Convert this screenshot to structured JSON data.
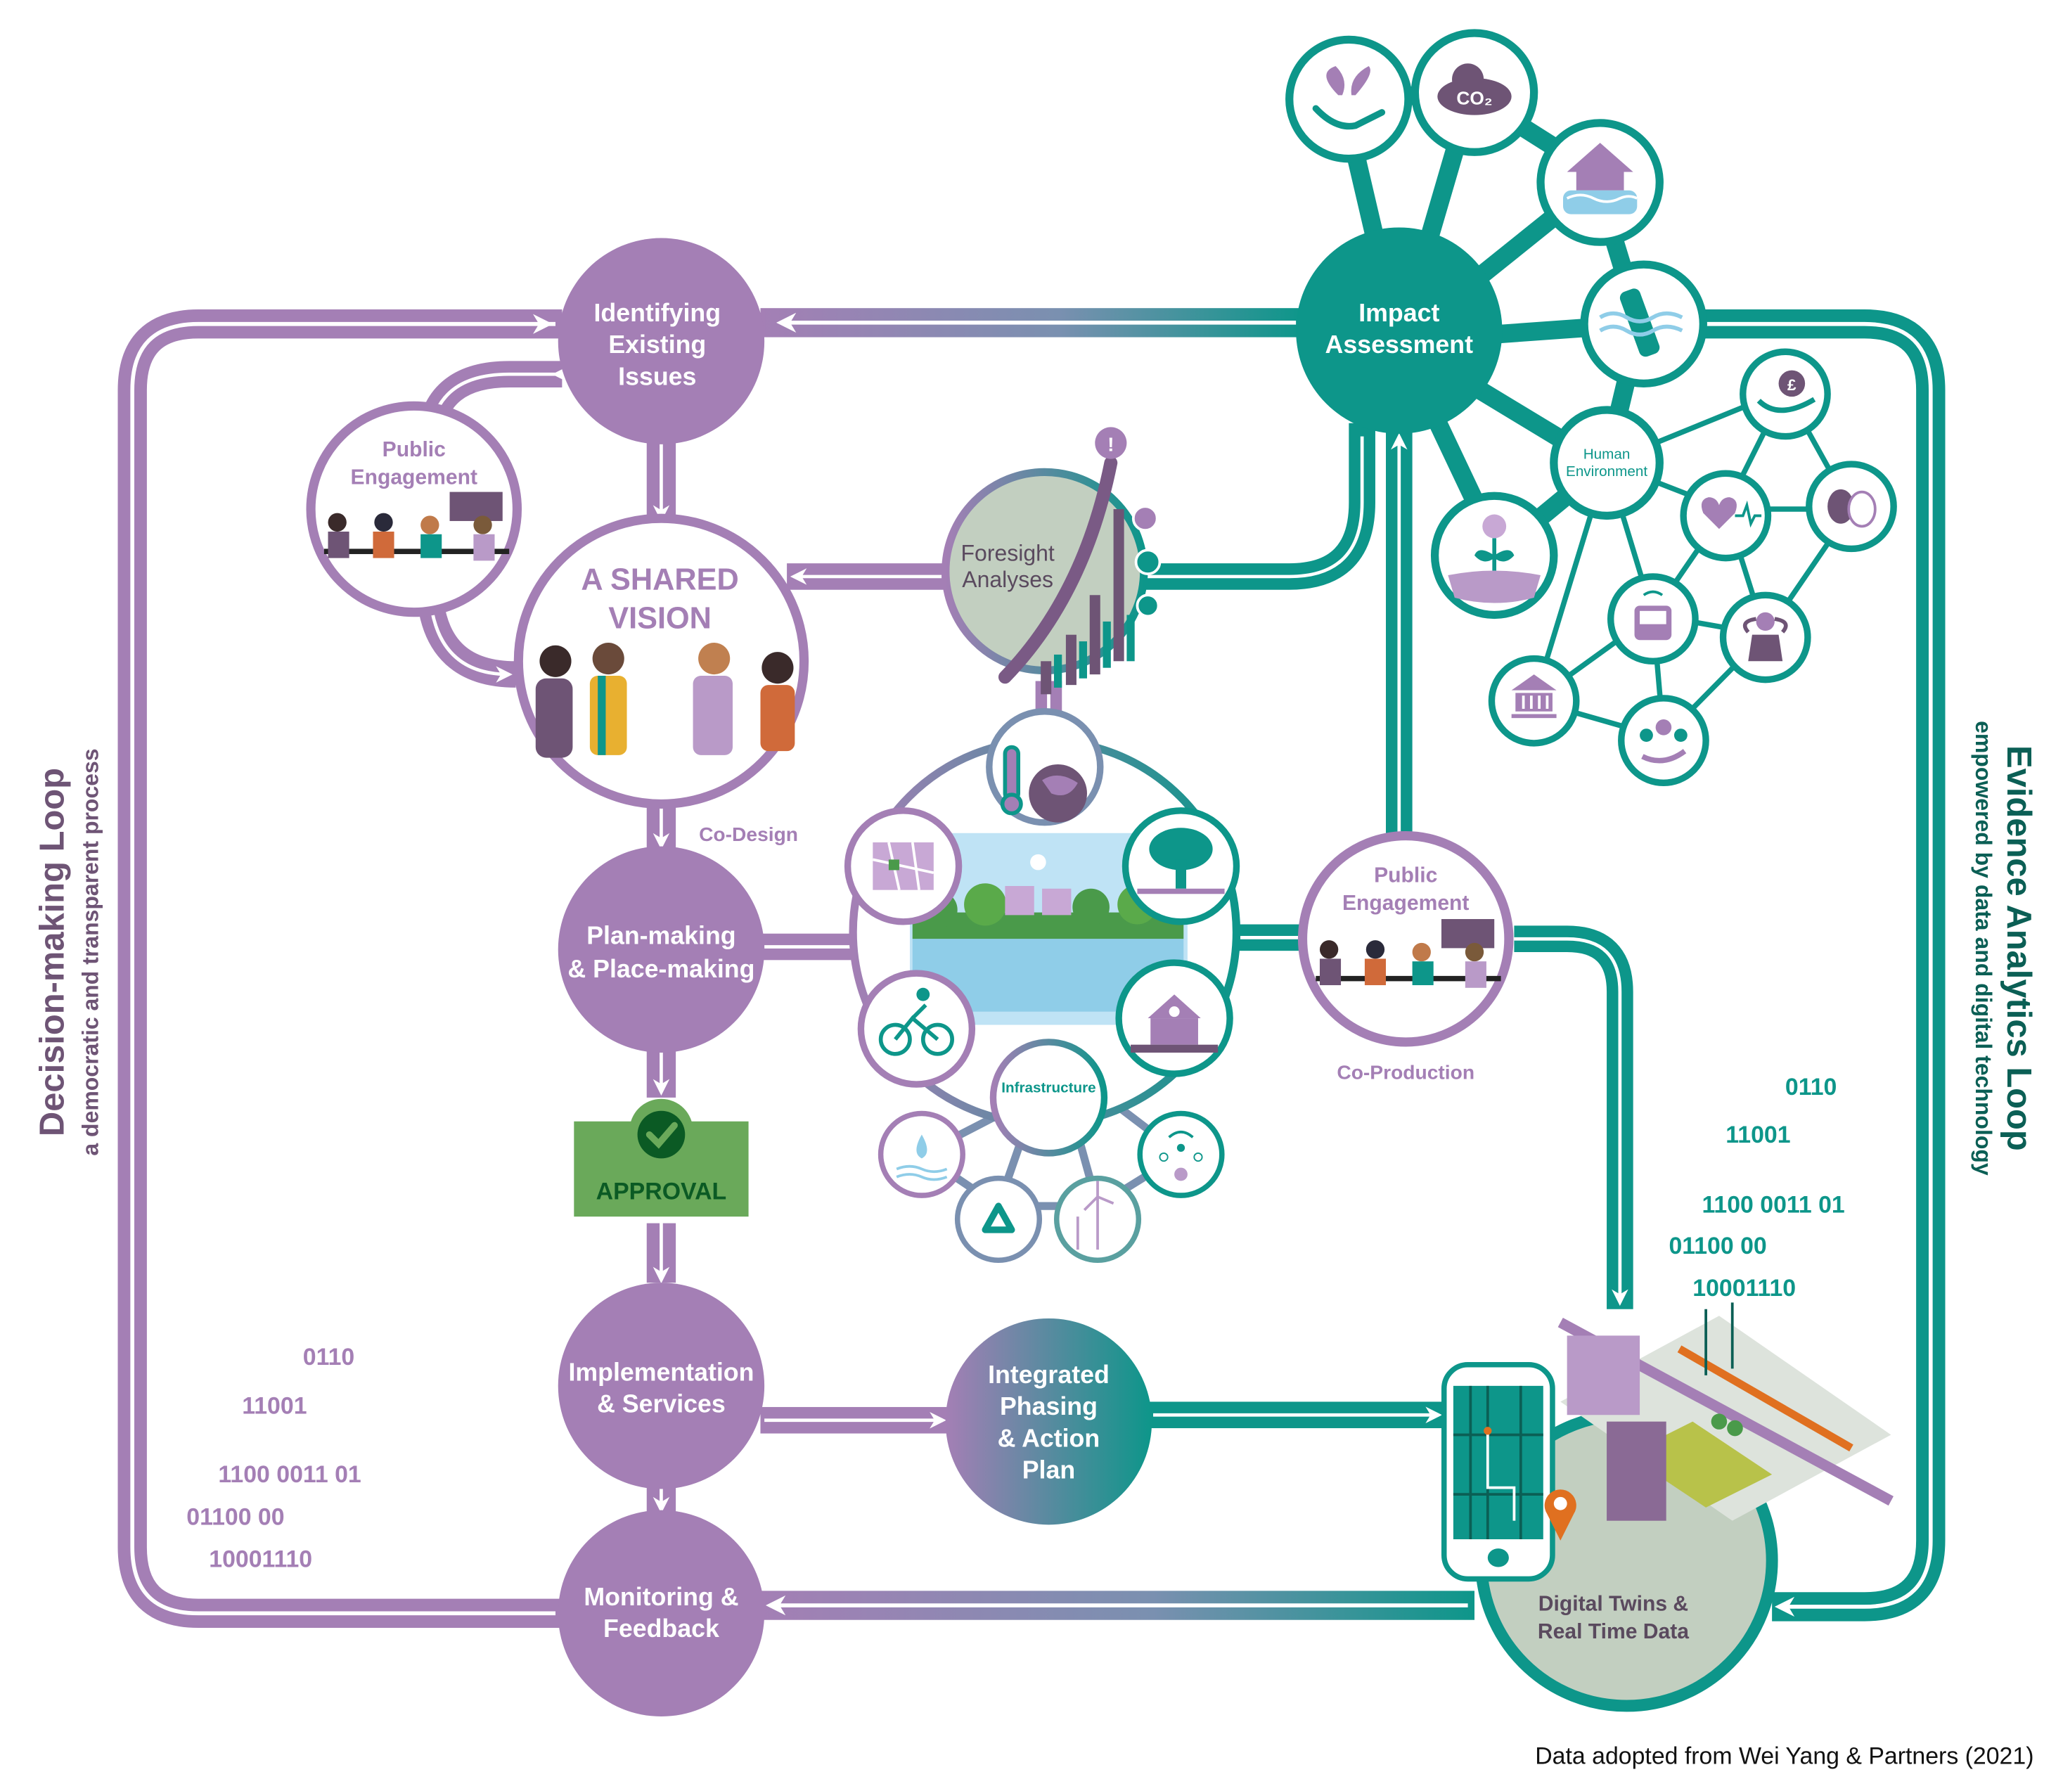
{
  "colors": {
    "purple": "#a47fb5",
    "dark_purple": "#6e5475",
    "teal": "#0d968a",
    "dark_teal": "#0b5f55",
    "sage": "#c2cfc0",
    "approval_green": "#6aa95a",
    "approval_dark": "#0b5a24"
  },
  "left_title": {
    "title": "Decision-making Loop",
    "subtitle": "a democratic and transparent process"
  },
  "right_title": {
    "title": "Evidence Analytics Loop",
    "subtitle": "empowered by data and digital technology"
  },
  "nodes": {
    "identifying": [
      "Identifying",
      "Existing",
      "Issues"
    ],
    "public_engagement_left": [
      "Public",
      "Engagement"
    ],
    "shared_vision": [
      "A SHARED",
      "VISION"
    ],
    "co_design": "Co-Design",
    "plan_making": [
      "Plan-making",
      "& Place-making"
    ],
    "approval": "APPROVAL",
    "implementation": [
      "Implementation",
      "& Services"
    ],
    "monitoring": [
      "Monitoring &",
      "Feedback"
    ],
    "integrated": [
      "Integrated",
      "Phasing",
      "& Action",
      "Plan"
    ],
    "foresight": [
      "Foresight",
      "Analyses"
    ],
    "infrastructure": "Infrastructure",
    "impact": [
      "Impact",
      "Assessment"
    ],
    "human_environment": [
      "Human",
      "Environment"
    ],
    "public_engagement_right": [
      "Public",
      "Engagement"
    ],
    "co_production": "Co-Production",
    "digital_twins": [
      "Digital Twins &",
      "Real Time Data"
    ]
  },
  "impact_icons": [
    "plant-in-hand-icon",
    "co2-cloud-icon",
    "flooded-house-icon",
    "bottle-in-water-icon",
    "flower-soil-icon"
  ],
  "co2_label": "CO₂",
  "human_icons": [
    "pound-in-hand-icon",
    "heart-pulse-icon",
    "theatre-masks-icon",
    "bus-icon",
    "relaxing-person-icon",
    "institution-icon",
    "community-care-icon"
  ],
  "pound_symbol": "£",
  "infrastructure_icons": [
    "map-icon",
    "thermometer-globe-icon",
    "tree-icon",
    "cyclist-icon",
    "town-hall-icon"
  ],
  "infrastructure_sub_icons": [
    "water-drops-icon",
    "recycle-icon",
    "wind-turbine-icon",
    "network-person-icon"
  ],
  "binary_left": [
    "0110",
    "11001",
    "1100 0011 01",
    "01100 00",
    "10001110"
  ],
  "binary_right": [
    "0110",
    "11001",
    "1100 0011 01",
    "01100 00",
    "10001110"
  ],
  "exclamation": "!",
  "credit": "Data adopted from Wei Yang & Partners (2021)"
}
